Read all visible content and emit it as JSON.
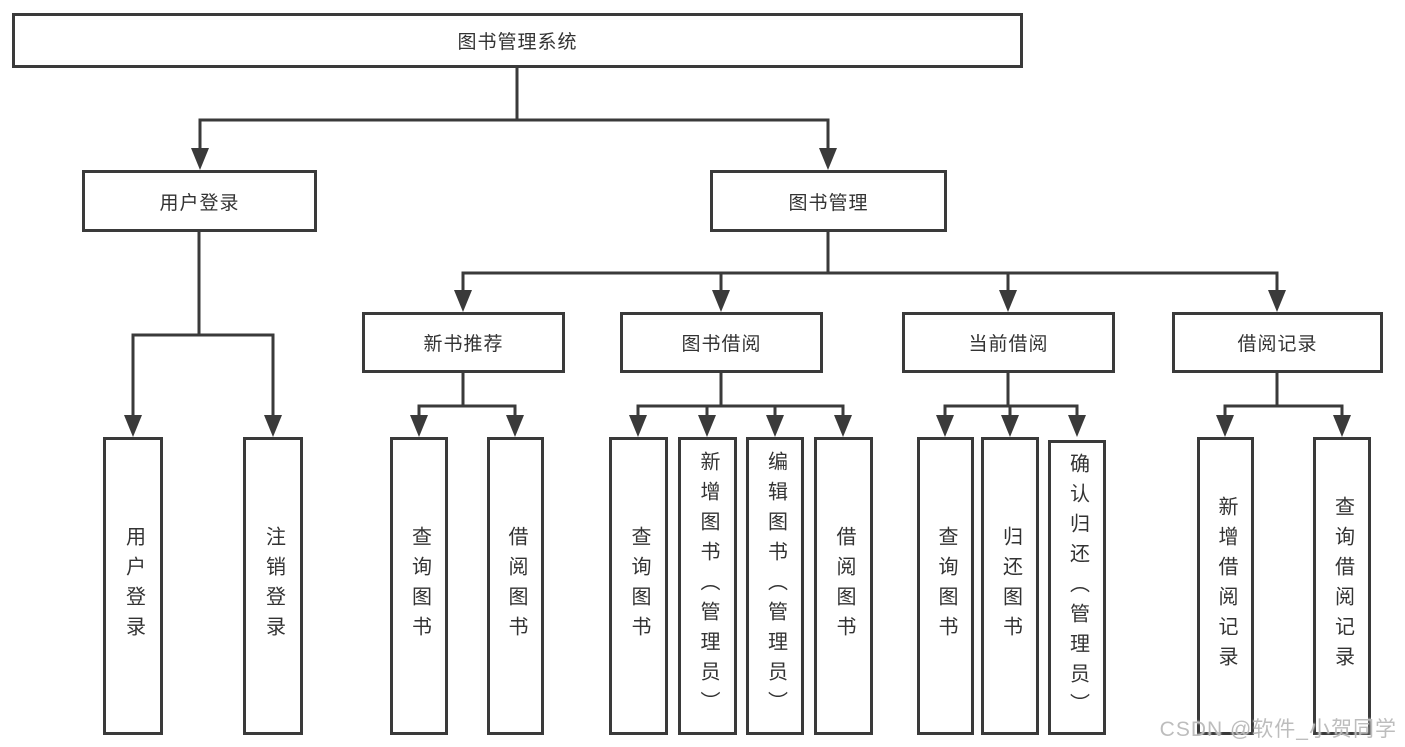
{
  "tree": {
    "root": "图书管理系统",
    "children": [
      {
        "label": "用户登录",
        "children": [
          {
            "label": "用户登录"
          },
          {
            "label": "注销登录"
          }
        ]
      },
      {
        "label": "图书管理",
        "children": [
          {
            "label": "新书推荐",
            "children": [
              {
                "label": "查询图书"
              },
              {
                "label": "借阅图书"
              }
            ]
          },
          {
            "label": "图书借阅",
            "children": [
              {
                "label": "查询图书"
              },
              {
                "label": "新增图书（管理员）"
              },
              {
                "label": "编辑图书（管理员）"
              },
              {
                "label": "借阅图书"
              }
            ]
          },
          {
            "label": "当前借阅",
            "children": [
              {
                "label": "查询图书"
              },
              {
                "label": "归还图书"
              },
              {
                "label": "确认归还（管理员）"
              }
            ]
          },
          {
            "label": "借阅记录",
            "children": [
              {
                "label": "新增借阅记录"
              },
              {
                "label": "查询借阅记录"
              }
            ]
          }
        ]
      }
    ]
  },
  "colors": {
    "line": "#3a3a3a",
    "text": "#333333",
    "background": "#ffffff",
    "watermark": "#b9b9b9"
  },
  "watermark": {
    "text": "CSDN @软件_小贺同学"
  }
}
